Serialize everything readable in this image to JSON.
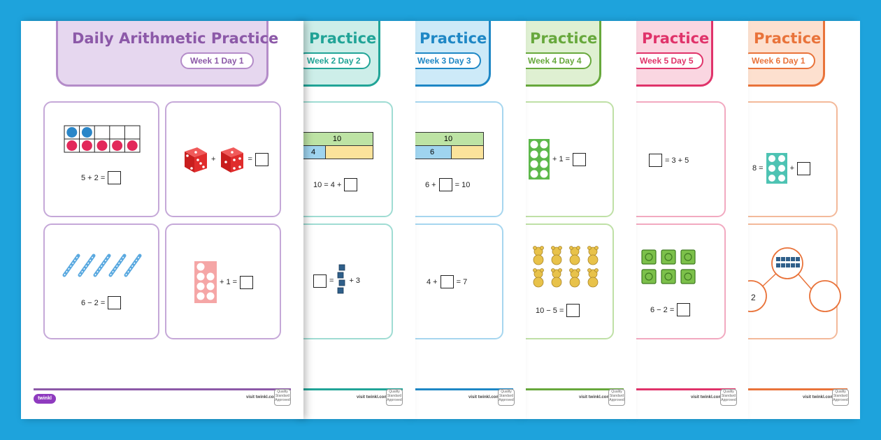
{
  "sheets": [
    {
      "title": "Daily Arithmetic Practice",
      "day": "Week 1 Day 1",
      "color": "#8c59a8",
      "tab_bg": "#e6d7ef"
    },
    {
      "title": "Practice",
      "day": "Week 2 Day 2",
      "color": "#21a497",
      "tab_bg": "#cdeee9"
    },
    {
      "title": "Practice",
      "day": "Week 3 Day 3",
      "color": "#1e87c5",
      "tab_bg": "#cdeaf8"
    },
    {
      "title": "Practice",
      "day": "Week 4 Day 4",
      "color": "#67a83c",
      "tab_bg": "#dff0d2"
    },
    {
      "title": "Practice",
      "day": "Week 5 Day 5",
      "color": "#e0336a",
      "tab_bg": "#fad6e1"
    },
    {
      "title": "Practice",
      "day": "Week 6 Day 1",
      "color": "#e9733a",
      "tab_bg": "#fde0cf"
    }
  ],
  "questions": {
    "s1_q1": "5 + 2 =",
    "s1_q2_plus": "+",
    "s1_q2_eq": "=",
    "s1_q3": "6 − 2 =",
    "s1_q4": "+ 1 =",
    "s2_bar_top": "10",
    "s2_bar_left": "4",
    "s2_q1": "10 = 4 +",
    "s2_q2_eq": "=",
    "s2_q2_plus": "+ 3",
    "s3_bar_top": "10",
    "s3_bar_left": "6",
    "s3_q1_a": "6 +",
    "s3_q1_b": "= 10",
    "s3_q2_a": "4 +",
    "s3_q2_b": "= 7",
    "s4_q1": "+ 1 =",
    "s4_q2": "10 − 5 =",
    "s5_q1": "= 3 + 5",
    "s5_q2": "6 − 2 =",
    "s6_q1_a": "8 =",
    "s6_q1_b": "+",
    "s6_q2_part": "2"
  },
  "footer": {
    "brand": "twinkl",
    "site": "visit twinkl.com",
    "badge": "Quality Standard Approved"
  }
}
